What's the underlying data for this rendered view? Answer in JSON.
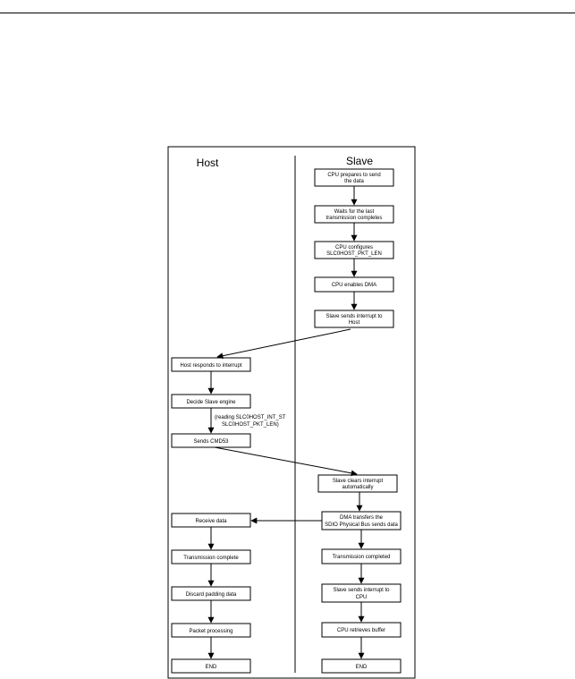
{
  "diagram": {
    "lanes": {
      "host": "Host",
      "slave": "Slave"
    },
    "host_steps": [
      {
        "id": "h1",
        "lines": [
          "Host responds to interrupt"
        ]
      },
      {
        "id": "h2",
        "lines": [
          "Decide Slave engine"
        ]
      },
      {
        "id": "h3",
        "lines": [
          "Sends CMD53"
        ]
      },
      {
        "id": "h4",
        "lines": [
          "Receive data"
        ]
      },
      {
        "id": "h5",
        "lines": [
          "Transmission complete"
        ]
      },
      {
        "id": "h6",
        "lines": [
          "Discard padding data"
        ]
      },
      {
        "id": "h7",
        "lines": [
          "Packet processing"
        ]
      },
      {
        "id": "h8",
        "lines": [
          "END"
        ]
      }
    ],
    "slave_steps": [
      {
        "id": "s1",
        "lines": [
          "CPU prepares to send",
          "the data"
        ]
      },
      {
        "id": "s2",
        "lines": [
          "Waits for the last",
          "transmission completes"
        ]
      },
      {
        "id": "s3",
        "lines": [
          "CPU configures",
          "SLC0HOST_PKT_LEN"
        ]
      },
      {
        "id": "s4",
        "lines": [
          "CPU enables DMA"
        ]
      },
      {
        "id": "s5",
        "lines": [
          "Slave sends interrupt to",
          "Host"
        ]
      },
      {
        "id": "s6",
        "lines": [
          "Slave clears interrupt",
          "automatically"
        ]
      },
      {
        "id": "s7",
        "lines": [
          "DMA transfers the",
          "SDIO Physical Bus sends data"
        ]
      },
      {
        "id": "s8",
        "lines": [
          "Transmission completed"
        ]
      },
      {
        "id": "s9",
        "lines": [
          "Slave sends interrupt to",
          "CPU"
        ]
      },
      {
        "id": "s10",
        "lines": [
          "CPU retrieves buffer"
        ]
      },
      {
        "id": "s11",
        "lines": [
          "END"
        ]
      }
    ],
    "edge_note": [
      "(reading SLC0HOST_INT_ST",
      "SLC0HOST_PKT_LEN)"
    ]
  }
}
